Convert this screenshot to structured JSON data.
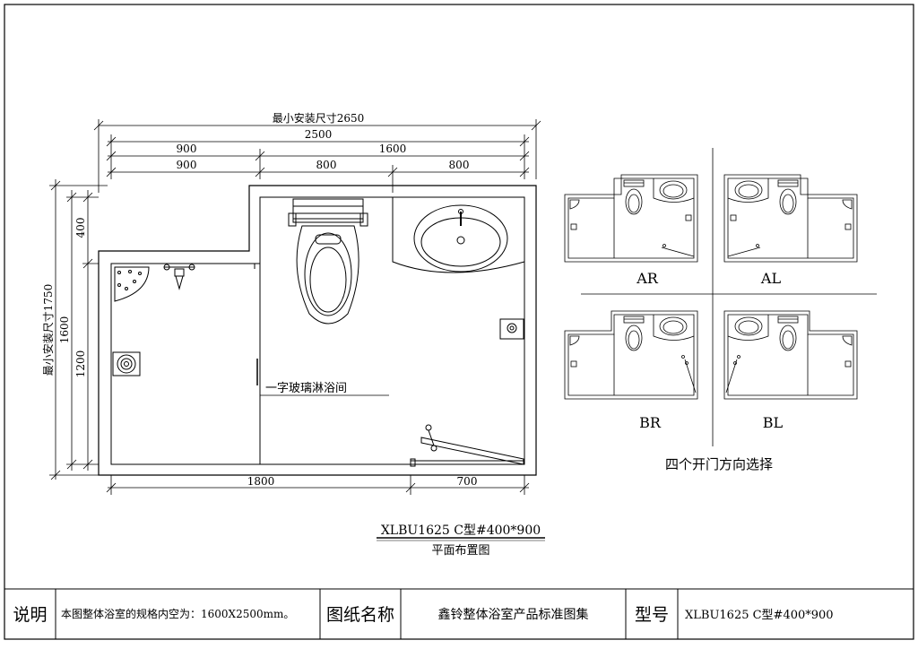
{
  "dimensions": {
    "min_install_width": "最小安装尺寸2650",
    "total_width": "2500",
    "seg1": [
      "900",
      "1600"
    ],
    "seg2": [
      "900",
      "800",
      "800"
    ],
    "bottom": [
      "1800",
      "700"
    ],
    "min_install_height": "最小安装尺寸1750",
    "height_total": "1600",
    "height_segs": [
      "400",
      "1200"
    ]
  },
  "labels": {
    "shower": "一字玻璃淋浴间",
    "model_title": "XLBU1625 C型#400*900",
    "plan_caption": "平面布置图"
  },
  "variants": {
    "items": [
      "AR",
      "AL",
      "BR",
      "BL"
    ],
    "caption": "四个开门方向选择"
  },
  "title_block": {
    "note_label": "说明",
    "note_text": "本图整体浴室的规格内空为：1600X2500mm。",
    "drawing_name_label": "图纸名称",
    "drawing_name": "鑫铃整体浴室产品标准图集",
    "model_label": "型号",
    "model_value": "XLBU1625 C型#400*900"
  }
}
